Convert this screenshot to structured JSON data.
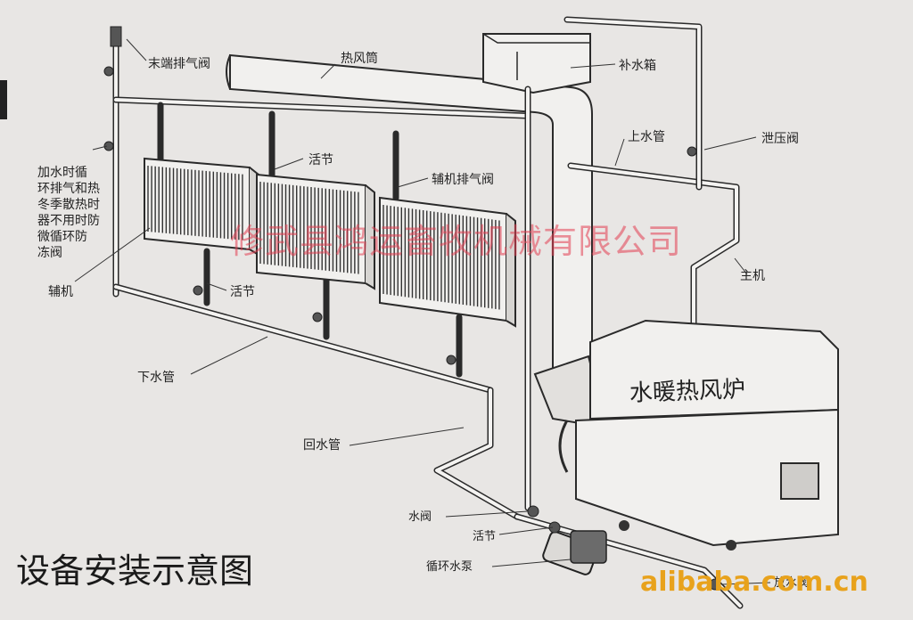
{
  "labels": {
    "end_vent_valve": "末端排气阀",
    "hot_air_duct": "热风筒",
    "makeup_tank": "补水箱",
    "supply_pipe": "上水管",
    "relief_valve": "泄压阀",
    "union_1": "活节",
    "aux_vent_valve": "辅机排气阀",
    "main_unit": "主机",
    "aux_unit": "辅机",
    "union_2": "活节",
    "lower_pipe": "下水管",
    "return_pipe": "回水管",
    "water_valve": "水阀",
    "union_3": "活节",
    "circulation_pump": "循环水泵",
    "drain_valve": "放水阀",
    "furnace_name": "水暖热风炉"
  },
  "side_note_lines": [
    "加水时循",
    "环排气和热",
    "冬季散热时",
    "器不用时防",
    "微循环防",
    "冻阀"
  ],
  "caption": "设备安装示意图",
  "watermark": "修武县鸿运畜牧机械有限公司",
  "footer_mark": "alibaba.com.cn",
  "colors": {
    "background": "#e8e6e4",
    "watermark": "#e13c50",
    "footer_mark": "#e8a21c",
    "line": "#2a2a2a"
  }
}
